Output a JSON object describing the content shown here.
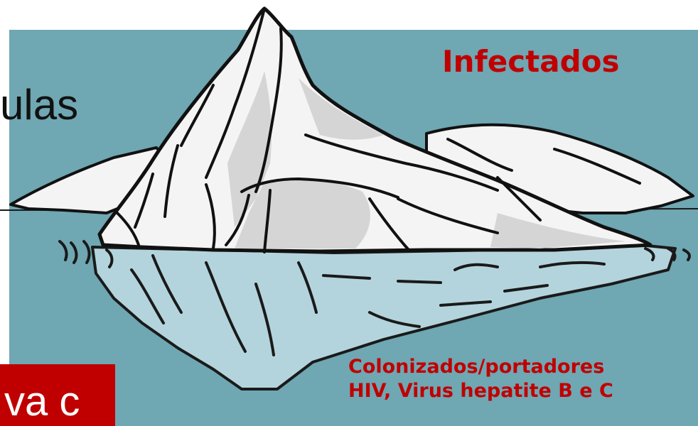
{
  "slide": {
    "partial_text": "ulas",
    "infected_label": "Infectados",
    "colonized_lines": [
      "Colonizados/portadores",
      "HIV, Virus hepatite B e C"
    ],
    "red_box_text": "va c"
  },
  "colors": {
    "sea": "#6fa7b3",
    "underwater_ice": "#b3d4dc",
    "ice": "#f4f4f4",
    "ice_shadow": "#d5d5d5",
    "outline": "#111111",
    "label_red": "#c00000",
    "box_red": "#c00000"
  },
  "icons": {
    "illustration": "iceberg-clipart"
  }
}
